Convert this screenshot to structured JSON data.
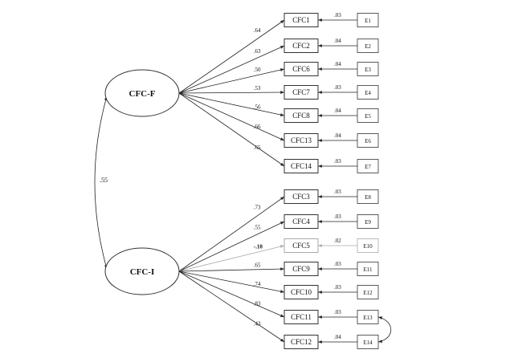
{
  "factors": [
    {
      "id": "CFC-F",
      "label": "CFC-F"
    },
    {
      "id": "CFC-I",
      "label": "CFC-I"
    }
  ],
  "factor_correlation": ".55",
  "indicators": [
    {
      "label": "CFC1",
      "factor": "CFC-F",
      "loading": ".64",
      "error": "E1",
      "error_weight": ".03",
      "faint": false
    },
    {
      "label": "CFC2",
      "factor": "CFC-F",
      "loading": ".63",
      "error": "E2",
      "error_weight": ".04",
      "faint": false
    },
    {
      "label": "CFC6",
      "factor": "CFC-F",
      "loading": ".50",
      "error": "E3",
      "error_weight": ".04",
      "faint": false
    },
    {
      "label": "CFC7",
      "factor": "CFC-F",
      "loading": ".53",
      "error": "E4",
      "error_weight": ".03",
      "faint": false
    },
    {
      "label": "CFC8",
      "factor": "CFC-F",
      "loading": ".56",
      "error": "E5",
      "error_weight": ".04",
      "faint": false
    },
    {
      "label": "CFC13",
      "factor": "CFC-F",
      "loading": ".66",
      "error": "E6",
      "error_weight": ".04",
      "faint": false
    },
    {
      "label": "CFC14",
      "factor": "CFC-F",
      "loading": ".65",
      "error": "E7",
      "error_weight": ".03",
      "faint": false
    },
    {
      "label": "CFC3",
      "factor": "CFC-I",
      "loading": ".73",
      "error": "E8",
      "error_weight": ".03",
      "faint": false
    },
    {
      "label": "CFC4",
      "factor": "CFC-I",
      "loading": ".55",
      "error": "E9",
      "error_weight": ".03",
      "faint": false
    },
    {
      "label": "CFC5",
      "factor": "CFC-I",
      "loading": "-.10",
      "error": "E10",
      "error_weight": ".02",
      "faint": true
    },
    {
      "label": "CFC9",
      "factor": "CFC-I",
      "loading": ".65",
      "error": "E11",
      "error_weight": ".03",
      "faint": false
    },
    {
      "label": "CFC10",
      "factor": "CFC-I",
      "loading": ".74",
      "error": "E12",
      "error_weight": ".03",
      "faint": false
    },
    {
      "label": "CFC11",
      "factor": "CFC-I",
      "loading": ".83",
      "error": "E13",
      "error_weight": ".03",
      "faint": false
    },
    {
      "label": "CFC12",
      "factor": "CFC-I",
      "loading": ".43",
      "error": "E14",
      "error_weight": ".04",
      "faint": false
    }
  ],
  "error_covariances": [
    {
      "from": "E13",
      "to": "E14"
    }
  ]
}
